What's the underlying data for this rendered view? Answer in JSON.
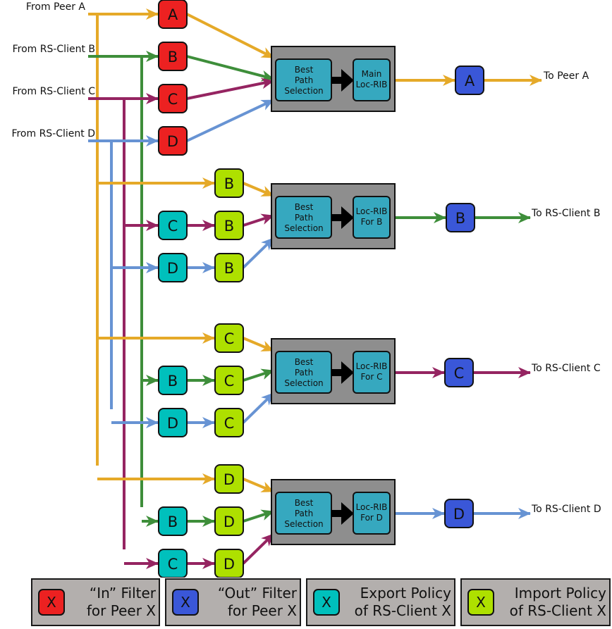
{
  "colors": {
    "peerA": "#e5a928",
    "clientB": "#3e8e3a",
    "clientC": "#952461",
    "clientD": "#6793d3",
    "in_filter": "#ec2121",
    "out_filter": "#3a57d8",
    "export_policy": "#00c0bc",
    "import_policy": "#aee000",
    "rib_container": "#8e8e8e",
    "rib_box": "#36a8bf"
  },
  "sources": [
    {
      "id": "A",
      "label": "From Peer A",
      "color": "peerA"
    },
    {
      "id": "B",
      "label": "From RS-Client B",
      "color": "clientB"
    },
    {
      "id": "C",
      "label": "From RS-Client C",
      "color": "clientC"
    },
    {
      "id": "D",
      "label": "From RS-Client D",
      "color": "clientD"
    }
  ],
  "in_filters": [
    "A",
    "B",
    "C",
    "D"
  ],
  "ribs": [
    {
      "id": "main",
      "best_path_label": [
        "Best",
        "Path",
        "Selection"
      ],
      "rib_label": [
        "Main",
        "Loc-RIB"
      ],
      "out_filter": "A",
      "out_color": "peerA",
      "destination": "To Peer A"
    },
    {
      "id": "B",
      "best_path_label": [
        "Best",
        "Path",
        "Selection"
      ],
      "rib_label": [
        "Loc-RIB",
        "For B"
      ],
      "out_filter": "B",
      "out_color": "clientB",
      "destination": "To RS-Client B",
      "inputs": [
        {
          "from": "A",
          "export": null,
          "import": "B"
        },
        {
          "from": "C",
          "export": "C",
          "import": "B"
        },
        {
          "from": "D",
          "export": "D",
          "import": "B"
        }
      ]
    },
    {
      "id": "C",
      "best_path_label": [
        "Best",
        "Path",
        "Selection"
      ],
      "rib_label": [
        "Loc-RIB",
        "For C"
      ],
      "out_filter": "C",
      "out_color": "clientC",
      "destination": "To RS-Client C",
      "inputs": [
        {
          "from": "A",
          "export": null,
          "import": "C"
        },
        {
          "from": "B",
          "export": "B",
          "import": "C"
        },
        {
          "from": "D",
          "export": "D",
          "import": "C"
        }
      ]
    },
    {
      "id": "D",
      "best_path_label": [
        "Best",
        "Path",
        "Selection"
      ],
      "rib_label": [
        "Loc-RIB",
        "For D"
      ],
      "out_filter": "D",
      "out_color": "clientD",
      "destination": "To RS-Client D",
      "inputs": [
        {
          "from": "A",
          "export": null,
          "import": "D"
        },
        {
          "from": "B",
          "export": "B",
          "import": "D"
        },
        {
          "from": "C",
          "export": "C",
          "import": "D"
        }
      ]
    }
  ],
  "legend": [
    {
      "symbol": "X",
      "color": "in_filter",
      "line1": "“In” Filter",
      "line2": "for Peer X"
    },
    {
      "symbol": "X",
      "color": "out_filter",
      "line1": "“Out” Filter",
      "line2": "for Peer X"
    },
    {
      "symbol": "X",
      "color": "export_policy",
      "line1": "Export Policy",
      "line2": "of RS-Client X"
    },
    {
      "symbol": "X",
      "color": "import_policy",
      "line1": "Import Policy",
      "line2": "of RS-Client X"
    }
  ]
}
